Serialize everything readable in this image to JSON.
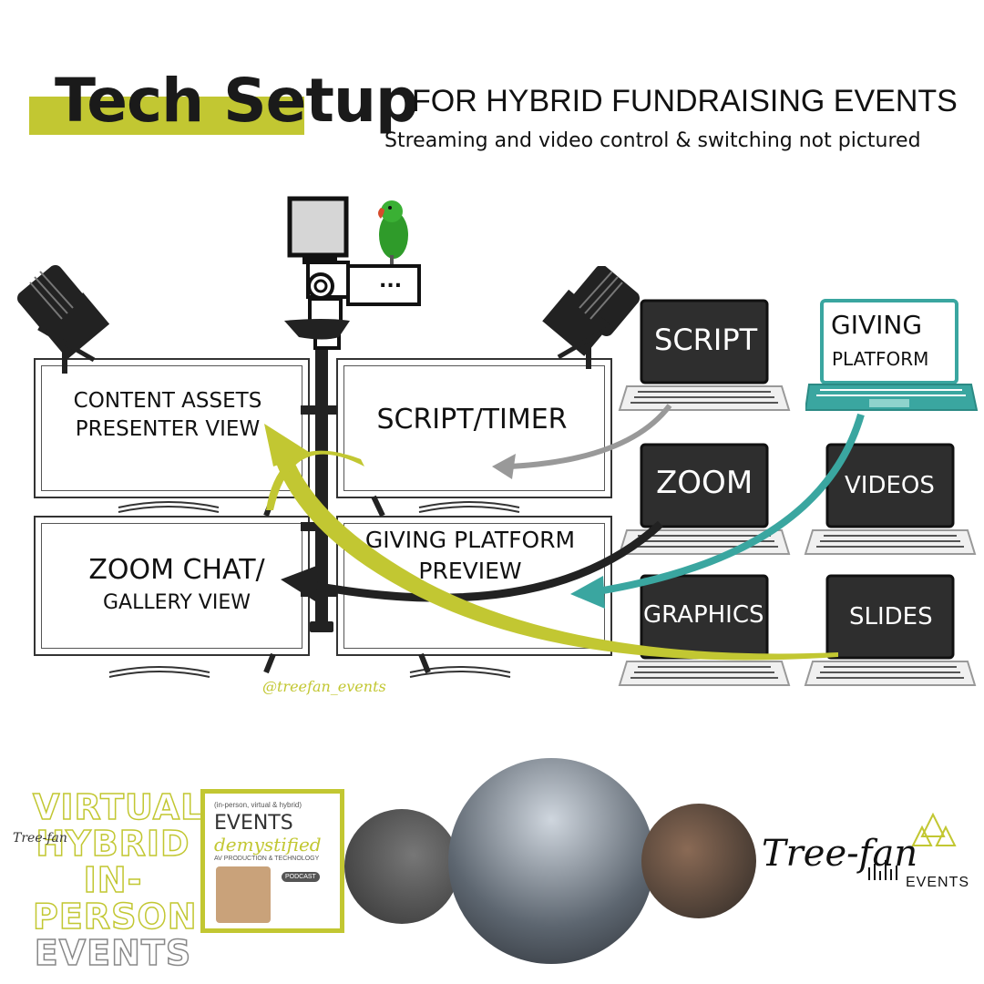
{
  "header": {
    "title": "Tech Setup",
    "subtitle": "FOR HYBRID FUNDRAISING EVENTS",
    "note": "Streaming and video control & switching not pictured"
  },
  "monitors": {
    "top_left": [
      "CONTENT ASSETS",
      "PRESENTER VIEW"
    ],
    "top_right": "SCRIPT/TIMER",
    "bottom_left": [
      "ZOOM CHAT/",
      "GALLERY VIEW"
    ],
    "bottom_right": [
      "GIVING PLATFORM",
      "PREVIEW"
    ]
  },
  "camera": {
    "screen_text": "..."
  },
  "laptops": {
    "script": "SCRIPT",
    "giving": [
      "GIVING",
      "PLATFORM"
    ],
    "zoom": "ZOOM",
    "videos": "VIDEOS",
    "graphics": "GRAPHICS",
    "slides": "SLIDES"
  },
  "handle": "@treefan_events",
  "footer": {
    "logo_lines": [
      "VIRTUAL",
      "HYBRID",
      "IN-PERSON",
      "EVENTS"
    ],
    "podcast": {
      "small": "(in-person, virtual & hybrid)",
      "line1": "EVENTS",
      "line2": "demystified",
      "line3": "AV PRODUCTION & TECHNOLOGY",
      "badge": "PODCAST"
    },
    "brand_name": "Tree-fan",
    "brand_sub": "EVENTS",
    "mini_brand": "Tree-fan"
  },
  "colors": {
    "accent_green": "#c2c732",
    "teal": "#3aa6a0",
    "arrow_gray": "#999999",
    "arrow_dark": "#222222"
  }
}
